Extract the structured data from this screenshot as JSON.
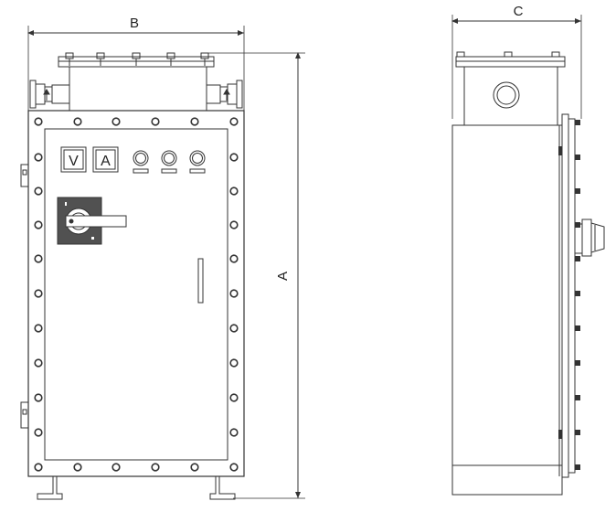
{
  "dimensions": {
    "width_label": "B",
    "height_label": "A",
    "depth_label": "C"
  },
  "meters": {
    "voltmeter_label": "V",
    "ammeter_label": "A"
  },
  "indicator_lamp_count": 3,
  "colors": {
    "line": "#333333",
    "bolt_fill": "#ffffff",
    "handle_fill": "#ffffff"
  }
}
